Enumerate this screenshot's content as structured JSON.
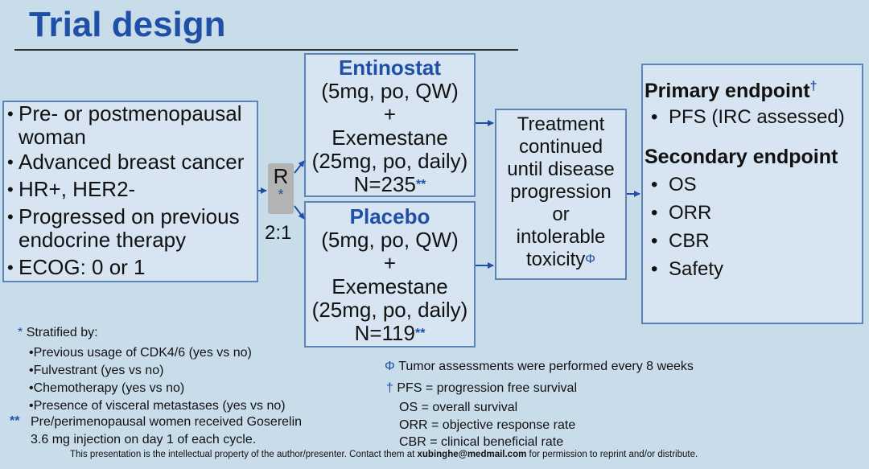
{
  "title": "Trial design",
  "criteria": [
    "Pre- or postmenopausal woman",
    "Advanced breast cancer",
    "HR+, HER2-",
    "Progressed on previous endocrine therapy",
    "ECOG: 0 or 1"
  ],
  "randomization": {
    "letter": "R",
    "mark": "*",
    "ratio": "2:1"
  },
  "arm_a": {
    "drug": "Entinostat",
    "drug_dose": "(5mg, po, QW)",
    "plus": "+",
    "partner": "Exemestane",
    "partner_dose": "(25mg, po, daily)",
    "n": "N=235",
    "n_mark": "**"
  },
  "arm_b": {
    "drug": "Placebo",
    "drug_dose": "(5mg, po, QW)",
    "plus": "+",
    "partner": "Exemestane",
    "partner_dose": "(25mg, po, daily)",
    "n": "N=119",
    "n_mark": "**"
  },
  "treatment": {
    "line1": "Treatment",
    "line2": "continued",
    "line3": "until disease",
    "line4": "progression",
    "line5": "or",
    "line6": "intolerable",
    "line7": "toxicity",
    "mark": "Φ"
  },
  "endpoints": {
    "primary_title": "Primary endpoint",
    "primary_mark": "†",
    "primary_items": [
      "PFS (IRC assessed)"
    ],
    "secondary_title": "Secondary endpoint",
    "secondary_items": [
      "OS",
      "ORR",
      "CBR",
      "Safety"
    ]
  },
  "footnotes": {
    "stratified_mark": "*",
    "stratified_title": "Stratified by:",
    "stratified_items": [
      "•Previous usage of CDK4/6 (yes vs no)",
      "•Fulvestrant (yes vs no)",
      "•Chemotherapy (yes vs no)",
      "•Presence of visceral metastases (yes vs no)"
    ],
    "goserelin_mark": "**",
    "goserelin_line1": "Pre/perimenopausal women received Goserelin",
    "goserelin_line2": "3.6 mg injection on day 1 of each cycle.",
    "tumor_mark": "Φ",
    "tumor_text": "Tumor assessments were performed every 8 weeks",
    "abbr_mark": "†",
    "abbr_pfs": "PFS = progression free survival",
    "abbr_os": "OS = overall survival",
    "abbr_orr": "ORR = objective response rate",
    "abbr_cbr": "CBR = clinical beneficial rate"
  },
  "copyright": {
    "before": "This presentation is the intellectual property of the author/presenter. Contact them at ",
    "email": "xubinghe@medmail.com",
    "after": " for permission to reprint and/or distribute."
  },
  "colors": {
    "accent": "#1f4fa6",
    "background": "#c9dcea",
    "box_border": "#5d84b7"
  }
}
